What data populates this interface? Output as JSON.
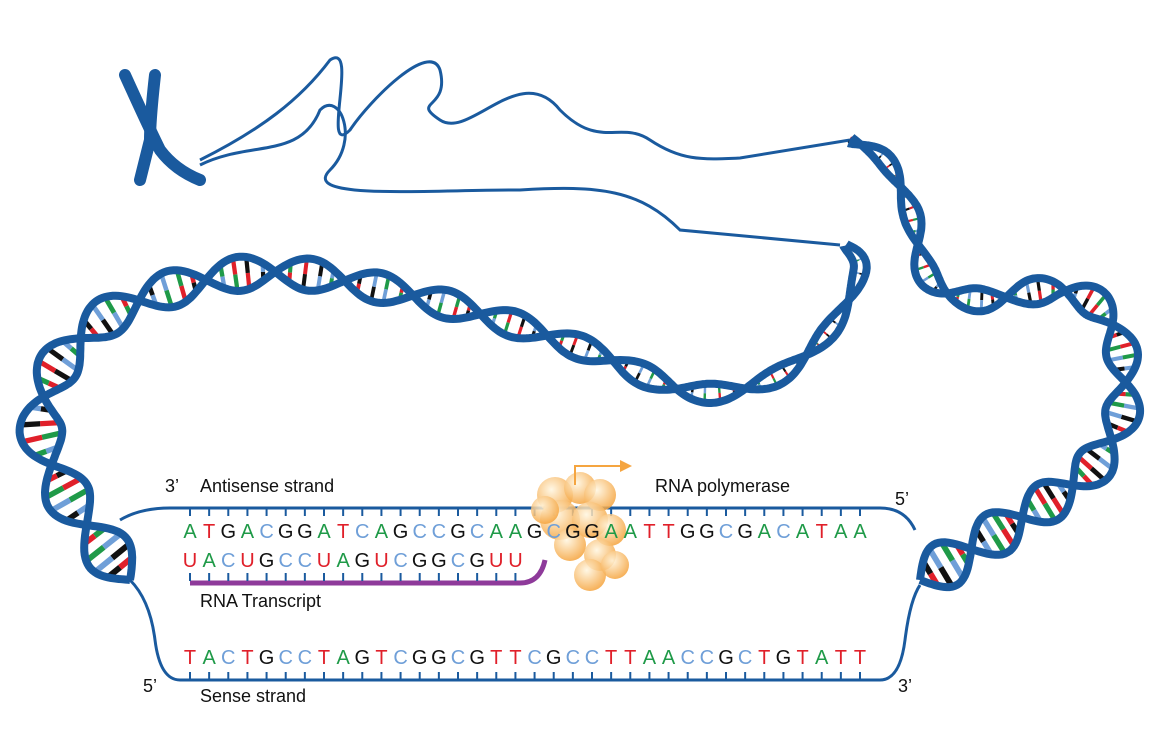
{
  "labels": {
    "antisense": "Antisense strand",
    "sense": "Sense strand",
    "rna_transcript": "RNA Transcript",
    "polymerase": "RNA polymerase",
    "antisense_left_end": "3’",
    "antisense_right_end": "5’",
    "sense_left_end": "5’",
    "sense_right_end": "3’"
  },
  "sequences": {
    "antisense": "ATGACGGATCAGCCGCAAGCGGAATTGGCGACATAA",
    "rna": "UACUGCCUAGUCGGCGUU",
    "sense": "TACTGCCTAGTCGGCGTTCGCCTTAACCGCTGTATT"
  },
  "colors": {
    "A": "#1f9a48",
    "T": "#e0202a",
    "U": "#e0202a",
    "G": "#111111",
    "C": "#6f9fd8",
    "backbone": "#1a5a9e",
    "transcript": "#8e3a9a",
    "polymerase": "#f5a540"
  }
}
